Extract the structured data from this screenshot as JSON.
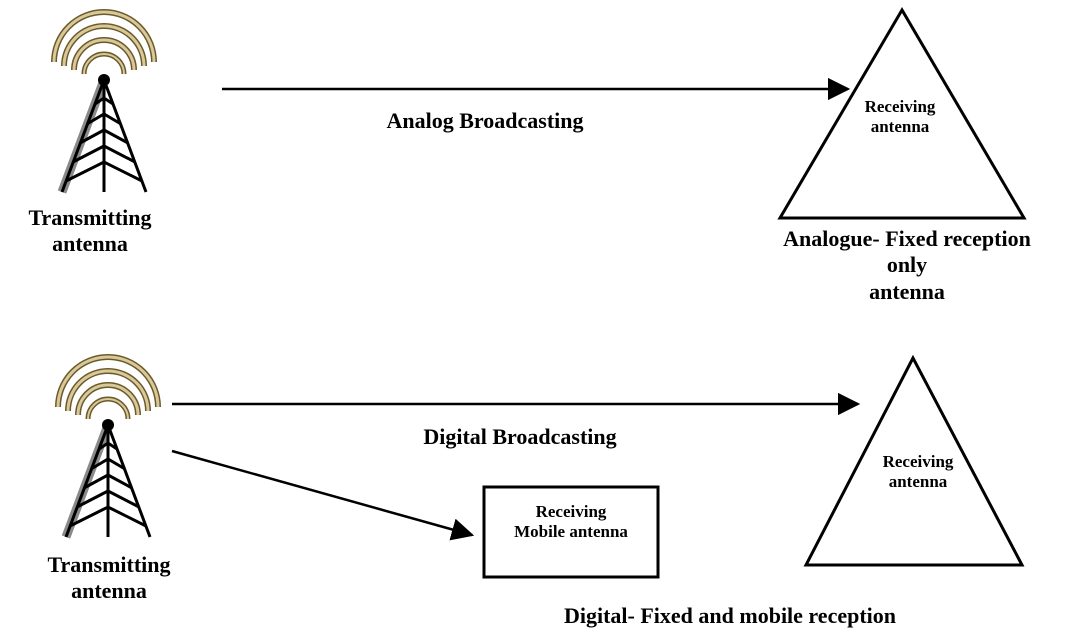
{
  "top": {
    "transmitter_label": [
      "Transmitting",
      "antenna"
    ],
    "link_label": "Analog Broadcasting",
    "receiver_label": [
      "Receiving",
      "antenna"
    ],
    "caption": [
      "Analogue- Fixed reception",
      "only",
      "antenna"
    ]
  },
  "bottom": {
    "transmitter_label": [
      "Transmitting",
      "antenna"
    ],
    "link_label": "Digital Broadcasting",
    "receiver_label": [
      "Receiving",
      "antenna"
    ],
    "mobile_label": [
      "Receiving",
      "Mobile antenna"
    ],
    "caption": "Digital- Fixed and mobile reception"
  },
  "colors": {
    "ink": "#000000",
    "wave_outer": "#6b5a2a",
    "wave_fill": "#d8c89a",
    "tower_light": "#8a8a8a"
  }
}
